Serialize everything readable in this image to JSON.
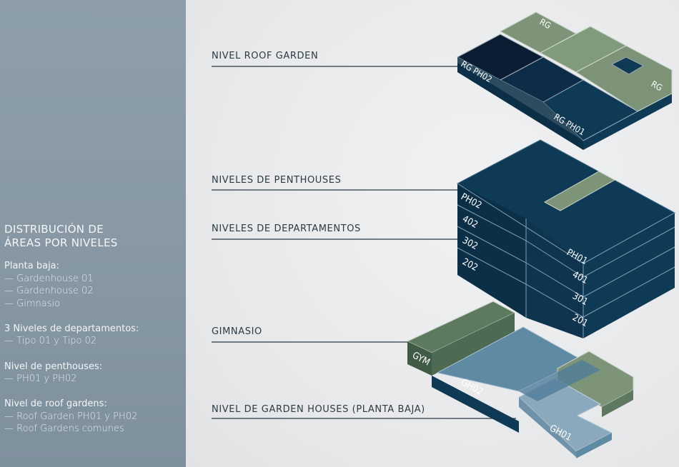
{
  "sidebar": {
    "title_line1": "DISTRIBUCIÓN DE",
    "title_line2": "ÁREAS POR NIVELES",
    "groups": [
      {
        "heading": "Planta baja:",
        "items": [
          "Gardenhouse 01",
          "Gardenhouse 02",
          "Gimnasio"
        ]
      },
      {
        "heading": "3 Niveles de departamentos:",
        "items": [
          "Tipo 01 y Tipo 02"
        ]
      },
      {
        "heading": "Nivel de penthouses:",
        "items": [
          "PH01 y PH02"
        ]
      },
      {
        "heading": "Nivel de roof gardens:",
        "items": [
          "Roof Garden PH01 y PH02",
          "Roof Gardens comunes"
        ]
      }
    ]
  },
  "labels": {
    "roof": "NIVEL ROOF GARDEN",
    "penthouses": "NIVELES DE PENTHOUSES",
    "departamentos": "NIVELES DE DEPARTAMENTOS",
    "gimnasio": "GIMNASIO",
    "garden_houses": "NIVEL DE GARDEN HOUSES (PLANTA BAJA)"
  },
  "tags": {
    "rg_top": "RG",
    "rg_right": "RG",
    "rg_ph02": "RG PH02",
    "rg_ph01": "RG PH01",
    "left_floors": [
      "PH02",
      "402",
      "302",
      "202"
    ],
    "right_floors": [
      "PH01",
      "401",
      "301",
      "201"
    ],
    "gym": "GYM",
    "gh02": "GH02",
    "gh01": "GH01"
  },
  "colors": {
    "navy": "#0f3a55",
    "navy_dark": "#0b2f47",
    "navy_deep": "#0a1d33",
    "green": "#7d9478",
    "green_dark": "#4e6a52",
    "steel": "#5f8aa4",
    "steel_light": "#8aa9bd",
    "line": "#2b3a44"
  }
}
